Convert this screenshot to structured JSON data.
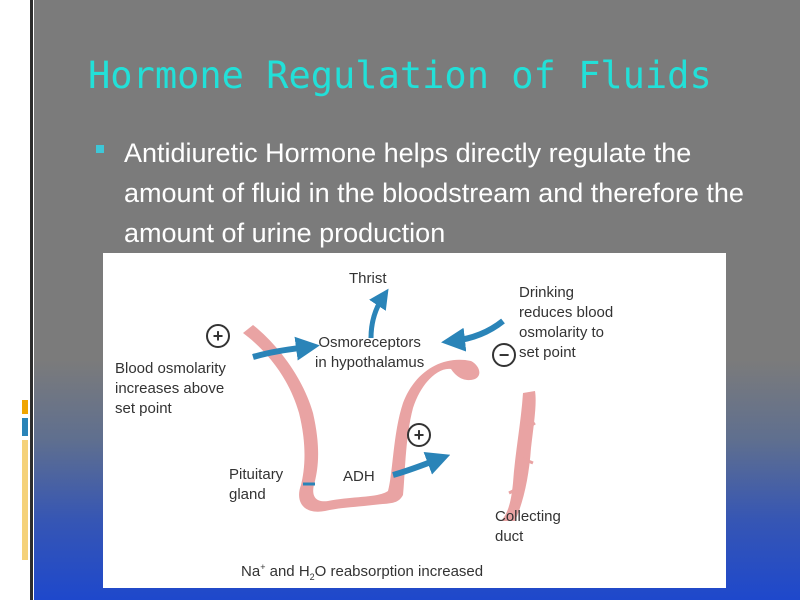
{
  "slide": {
    "title": "Hormone Regulation of Fluids",
    "bullet": "Antidiuretic Hormone helps directly regulate the amount of fluid in the bloodstream and therefore the amount of urine production"
  },
  "diagram": {
    "labels": {
      "thirst": "Thrist",
      "drinking": [
        "Drinking",
        "reduces blood",
        "osmolarity to",
        "set point"
      ],
      "osmoreceptors": [
        "Osmoreceptors",
        "in hypothalamus"
      ],
      "blood_osmolarity": [
        "Blood osmolarity",
        "increases above",
        "set point"
      ],
      "pituitary": [
        "Pituitary",
        "gland"
      ],
      "adh": "ADH",
      "collecting_duct": [
        "Collecting",
        "duct"
      ],
      "reabsorption": {
        "na": "Na",
        "na_sup": "+",
        "and_h": " and H",
        "h_sub": "2",
        "rest": "O reabsorption increased"
      }
    },
    "signs": {
      "plus": "+",
      "minus": "−"
    },
    "colors": {
      "pink": "#e9a3a3",
      "arrow_blue": "#2a84b8",
      "title_cyan": "#22e0d8"
    }
  }
}
